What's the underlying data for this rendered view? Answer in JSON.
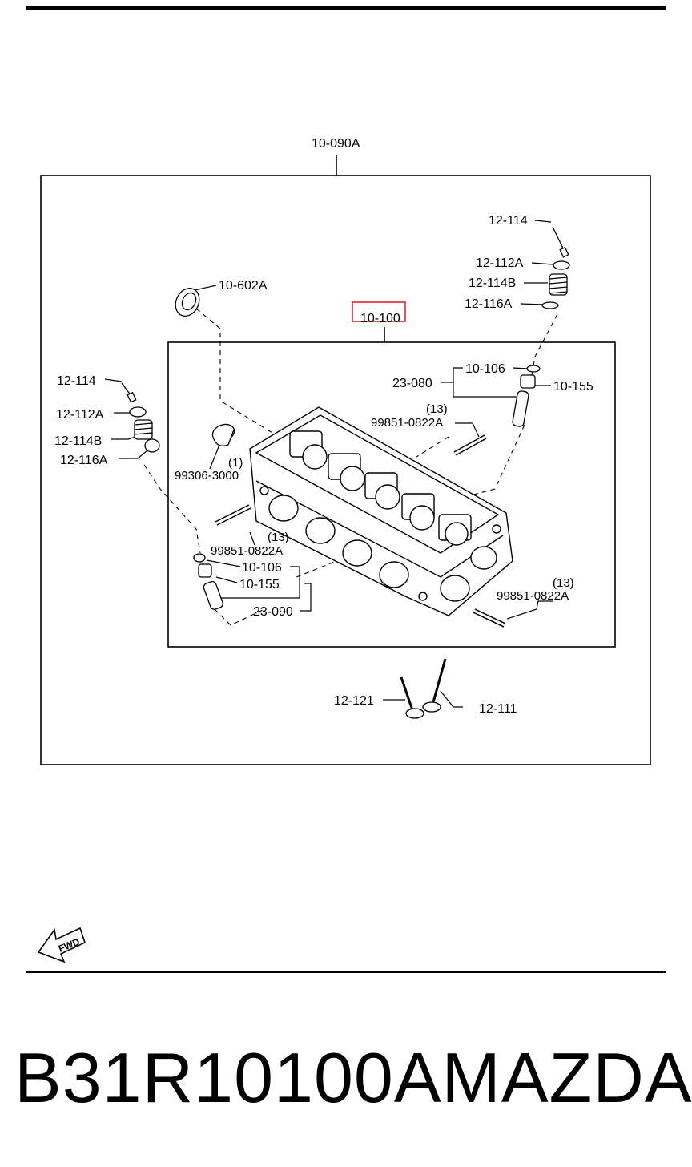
{
  "labels": {
    "assembly": "10-090A",
    "oil_seal": "10-602A",
    "cylinder_head": "10-100",
    "r_bolt": "12-114",
    "r_retainer": "12-112A",
    "r_spring": "12-114B",
    "r_seat": "12-116A",
    "r_seal": "10-106",
    "r_group": "23-080",
    "r_guide": "10-155",
    "r_stud_qty": "(13)",
    "r_stud": "99851-0822A",
    "l_bolt": "12-114",
    "l_retainer": "12-112A",
    "l_spring": "12-114B",
    "l_seat": "12-116A",
    "plug_qty": "(1)",
    "plug": "99306-3000",
    "l_stud_qty": "(13)",
    "l_stud": "99851-0822A",
    "l_seal": "10-106",
    "l_guide": "10-155",
    "l_group": "23-090",
    "br_stud_qty": "(13)",
    "br_stud": "99851-0822A",
    "valve_in": "12-121",
    "valve_ex": "12-111"
  },
  "fwd": "FWD",
  "caption": {
    "part_number": "B31R10100A",
    "brand": "MAZDA"
  },
  "colors": {
    "line": "#000000",
    "highlight": "#e0242e",
    "background": "#ffffff"
  }
}
